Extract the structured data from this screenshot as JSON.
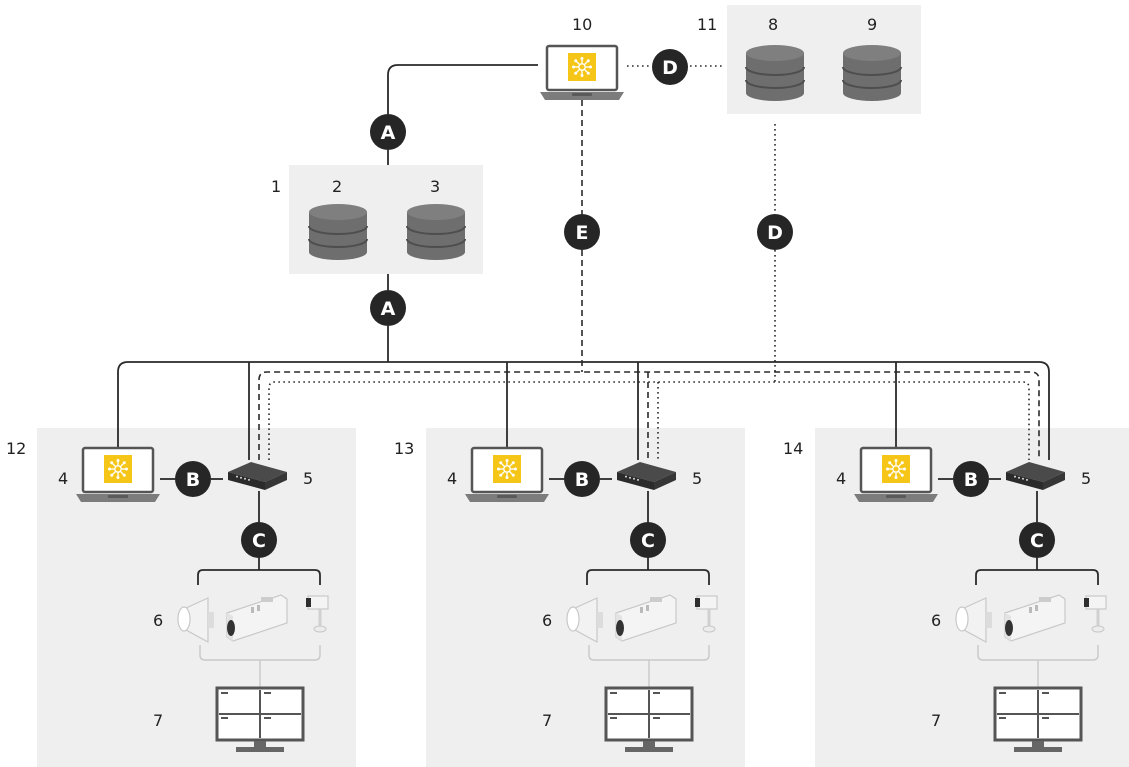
{
  "labels": {
    "n1": "1",
    "n2": "2",
    "n3": "3",
    "n8": "8",
    "n9": "9",
    "n10": "10",
    "n11": "11",
    "n12": "12",
    "n13": "13",
    "n14": "14"
  },
  "connections": {
    "a": "A",
    "b": "B",
    "c": "C",
    "d": "D",
    "e": "E"
  },
  "site_labels": {
    "client": "4",
    "recorder": "5",
    "devices": "6",
    "monitor": "7"
  },
  "colors": {
    "panel": "#efefef",
    "badge": "#262626",
    "line": "#2a2a2a",
    "device_gray": "#c8c8c8",
    "app_yellow": "#f5c518",
    "db_gray": "#6e6e6e"
  },
  "icons": {
    "client": "laptop-icon",
    "app": "network-app-icon",
    "storage": "database-icon",
    "recorder": "recorder-icon",
    "speaker": "horn-speaker-icon",
    "bullet_camera": "bullet-camera-icon",
    "box_camera": "box-camera-icon",
    "monitor": "monitor-icon"
  }
}
